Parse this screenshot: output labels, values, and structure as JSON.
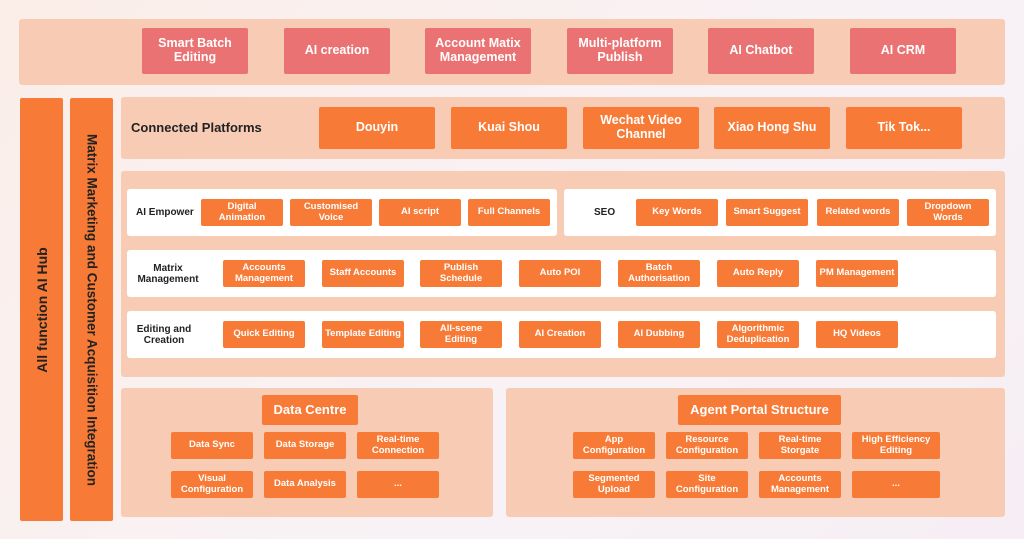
{
  "top_features": [
    "Smart Batch Editing",
    "AI creation",
    "Account Matix Management",
    "Multi-platform Publish",
    "AI Chatbot",
    "AI CRM"
  ],
  "side_left": "All function AI Hub",
  "side_right": "Matrix Marketing and Customer Acquisition Integration",
  "connected": {
    "label": "Connected Platforms",
    "items": [
      "Douyin",
      "Kuai Shou",
      "Wechat Video Channel",
      "Xiao Hong Shu",
      "Tik Tok..."
    ]
  },
  "ai_empower": {
    "label": "AI Empower",
    "items": [
      "Digital Animation",
      "Customised Voice",
      "AI script",
      "Full Channels"
    ]
  },
  "seo": {
    "label": "SEO",
    "items": [
      "Key Words",
      "Smart Suggest",
      "Related words",
      "Dropdown Words"
    ]
  },
  "matrix": {
    "label": "Matrix Management",
    "items": [
      "Accounts Management",
      "Staff Accounts",
      "Publish Schedule",
      "Auto POI",
      "Batch Authorisation",
      "Auto Reply",
      "PM Management"
    ]
  },
  "editing": {
    "label": "Editing and Creation",
    "items": [
      "Quick Editing",
      "Template Editing",
      "All-scene Editing",
      "AI Creation",
      "AI Dubbing",
      "Algorithmic Deduplication",
      "HQ Videos"
    ]
  },
  "data_centre": {
    "title": "Data Centre",
    "items": [
      "Data Sync",
      "Data Storage",
      "Real-time Connection",
      "Visual Configuration",
      "Data Analysis",
      "..."
    ]
  },
  "agent_portal": {
    "title": "Agent Portal Structure",
    "items": [
      "App Configuration",
      "Resource Configuration",
      "Real-time Storgate",
      "High Efficiency Editing",
      "Segmented Upload",
      "Site Configuration",
      "Accounts Management",
      "..."
    ]
  }
}
